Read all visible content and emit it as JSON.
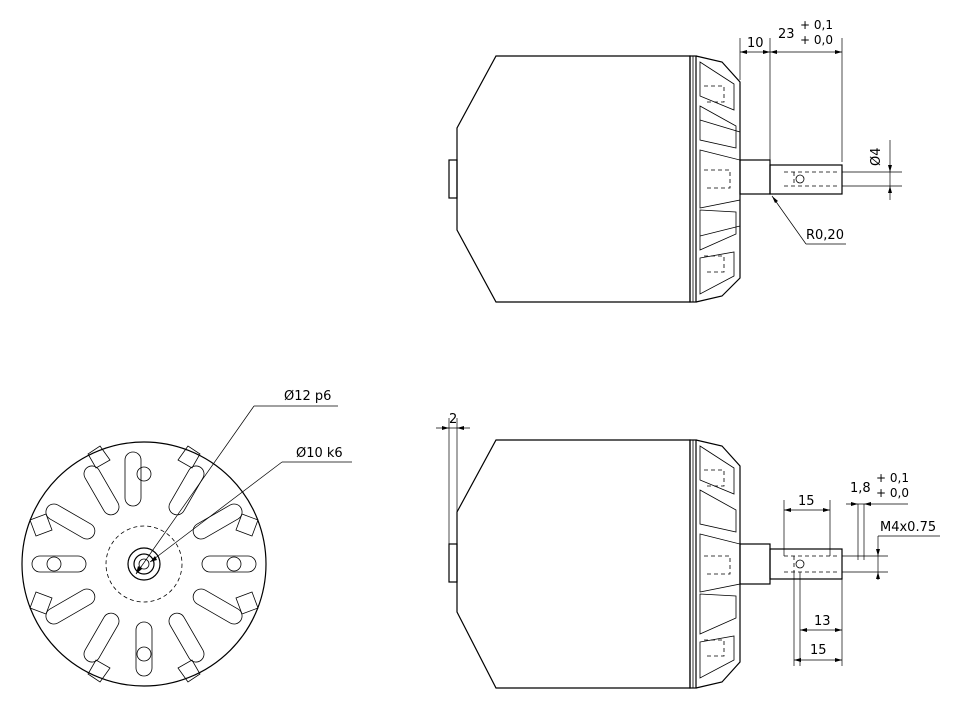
{
  "labels": {
    "dim_top_10": "10",
    "dim_top_23": "23",
    "tol_top_upper": "+ 0,1",
    "tol_top_lower": "+ 0,0",
    "dim_top_dia4": "Ø4",
    "dim_top_radius": "R0,20",
    "dim_left_dia12": "Ø12 p6",
    "dim_left_dia10": "Ø10 k6",
    "dim_bottom_2": "2",
    "dim_bottom_15a": "15",
    "dim_bottom_1_8": "1,8",
    "tol_bottom_upper": "+ 0,1",
    "tol_bottom_lower": "+ 0,0",
    "dim_bottom_thread": "M4x0.75",
    "dim_bottom_13": "13",
    "dim_bottom_15b": "15"
  }
}
